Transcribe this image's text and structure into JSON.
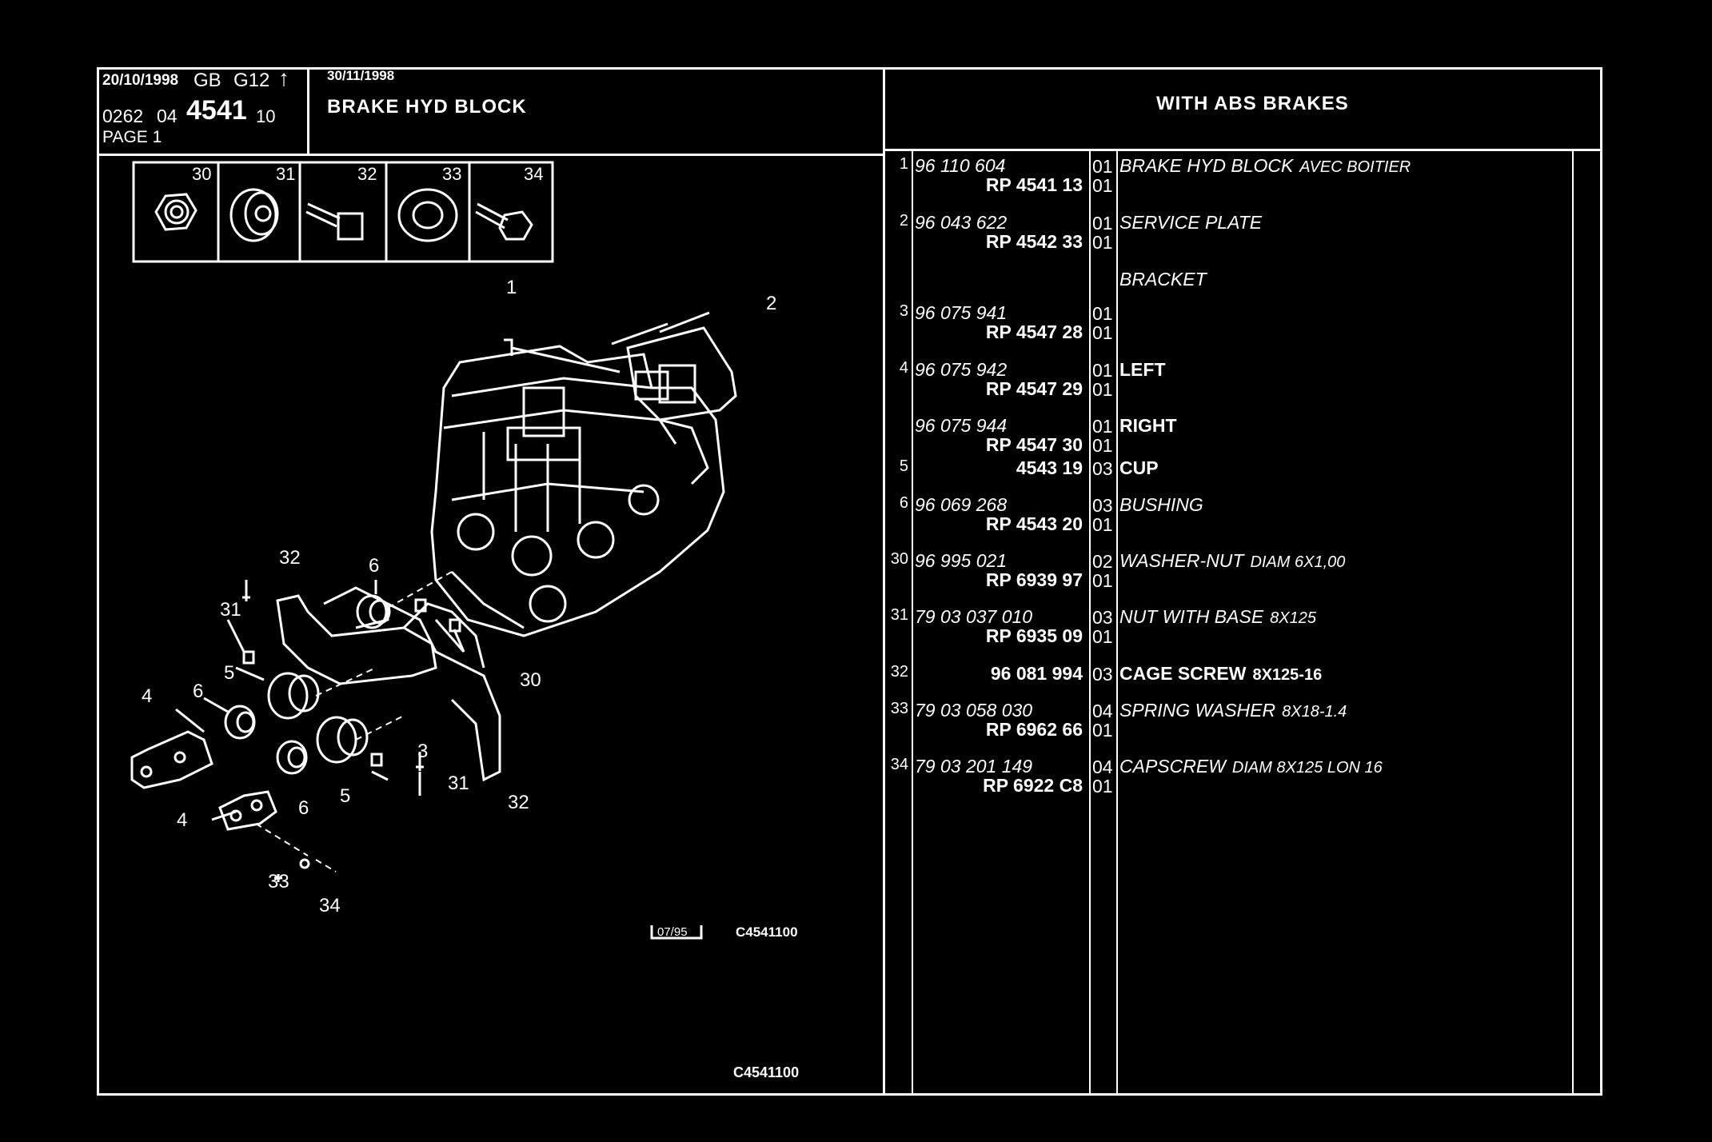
{
  "header": {
    "date1": "20/10/1998",
    "gb": "GB",
    "g12": "G12",
    "arrow": "↑",
    "code_a": "0262",
    "code_b": "04",
    "code_c": "4541",
    "code_d": "10",
    "page": "PAGE 1",
    "date2": "30/11/1998",
    "title": "BRAKE HYD BLOCK",
    "variant": "WITH ABS BRAKES"
  },
  "thumbnails": [
    "30",
    "31",
    "32",
    "33",
    "34"
  ],
  "callouts": [
    "1",
    "2",
    "32",
    "6",
    "31",
    "5",
    "6",
    "4",
    "30",
    "3",
    "31",
    "32",
    "5",
    "6",
    "4",
    "33",
    "34"
  ],
  "diagram_footer": {
    "stamp": "07/95",
    "code": "C4541100",
    "bottom_code": "C4541100"
  },
  "parts": [
    {
      "idx": "1",
      "ref1": "96 110 604",
      "ref2": "RP  4541 13",
      "qty1": "01",
      "qty2": "01",
      "desc": "BRAKE HYD BLOCK",
      "suffix": "AVEC BOITIER",
      "upright": false
    },
    {
      "idx": "2",
      "ref1": "96 043 622",
      "ref2": "RP  4542 33",
      "qty1": "01",
      "qty2": "01",
      "desc": "SERVICE PLATE",
      "suffix": "",
      "upright": false
    },
    {
      "idx": "",
      "ref1": "",
      "ref2": "",
      "qty1": "",
      "qty2": "",
      "desc": "BRACKET",
      "suffix": "",
      "upright": false
    },
    {
      "idx": "3",
      "ref1": "96 075 941",
      "ref2": "RP  4547 28",
      "qty1": "01",
      "qty2": "01",
      "desc": "",
      "suffix": "",
      "upright": false
    },
    {
      "idx": "4",
      "ref1": "96 075 942",
      "ref2": "RP  4547 29",
      "qty1": "01",
      "qty2": "01",
      "desc": "LEFT",
      "suffix": "",
      "upright": true
    },
    {
      "idx": "",
      "ref1": "96 075 944",
      "ref2": "RP  4547 30",
      "qty1": "01",
      "qty2": "01",
      "desc": "RIGHT",
      "suffix": "",
      "upright": true
    },
    {
      "idx": "5",
      "ref1": "",
      "ref2": "4543 19",
      "qty1": "03",
      "qty2": "",
      "desc": "CUP",
      "suffix": "",
      "upright": true
    },
    {
      "idx": "6",
      "ref1": "96 069 268",
      "ref2": "RP  4543 20",
      "qty1": "03",
      "qty2": "01",
      "desc": "BUSHING",
      "suffix": "",
      "upright": false
    },
    {
      "idx": "30",
      "ref1": "96 995 021",
      "ref2": "RP  6939 97",
      "qty1": "02",
      "qty2": "01",
      "desc": "WASHER-NUT",
      "suffix": "DIAM 6X1,00",
      "upright": false
    },
    {
      "idx": "31",
      "ref1": "79 03 037 010",
      "ref2": "RP  6935 09",
      "qty1": "03",
      "qty2": "01",
      "desc": "NUT WITH BASE",
      "suffix": "8X125",
      "upright": false
    },
    {
      "idx": "32",
      "ref1": "",
      "ref2": "96 081 994",
      "qty1": "03",
      "qty2": "",
      "desc": "CAGE SCREW",
      "suffix": "8X125-16",
      "upright": true
    },
    {
      "idx": "33",
      "ref1": "79 03 058 030",
      "ref2": "RP  6962 66",
      "qty1": "04",
      "qty2": "01",
      "desc": "SPRING WASHER",
      "suffix": "8X18-1.4",
      "upright": false
    },
    {
      "idx": "34",
      "ref1": "79 03 201 149",
      "ref2": "RP  6922 C8",
      "qty1": "04",
      "qty2": "01",
      "desc": "CAPSCREW",
      "suffix": "DIAM 8X125 LON 16",
      "upright": false
    }
  ]
}
